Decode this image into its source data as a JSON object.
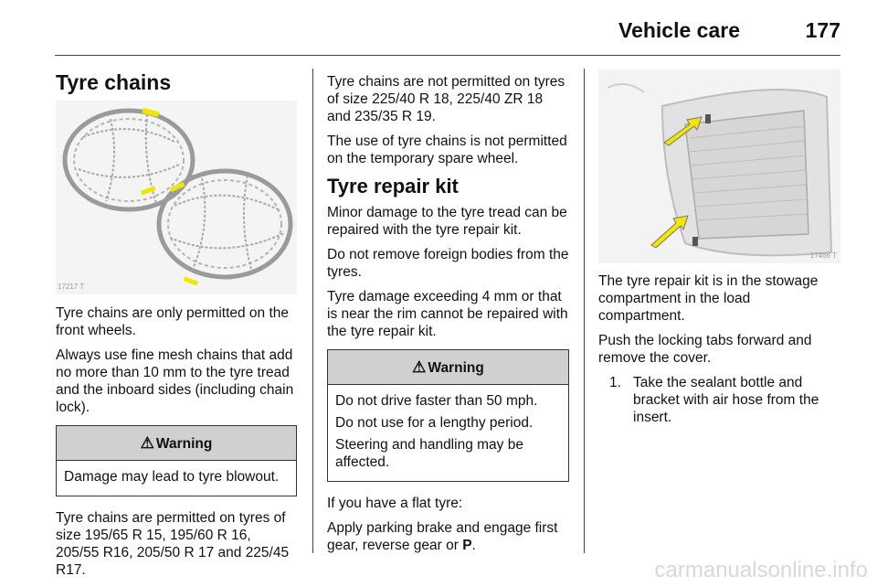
{
  "header": {
    "section": "Vehicle care",
    "page_number": "177"
  },
  "col1": {
    "heading": "Tyre chains",
    "figure_id": "17217 T",
    "p1": "Tyre chains are only permitted on the front wheels.",
    "p2": "Always use fine mesh chains that add no more than 10 mm to the tyre tread and the inboard sides (including chain lock).",
    "warning": {
      "title": "Warning",
      "icon": "warning-triangle-icon",
      "lines": [
        "Damage may lead to tyre blowout."
      ]
    },
    "p3": "Tyre chains are permitted on tyres of size 195/65 R 15, 195/60 R 16, 205/55 R16, 205/50 R 17 and 225/45 R17."
  },
  "col2": {
    "p1": "Tyre chains are not permitted on tyres of size 225/40 R 18, 225/40 ZR 18 and 235/35 R 19.",
    "p2": "The use of tyre chains is not permitted on the temporary spare wheel.",
    "heading": "Tyre repair kit",
    "p3": "Minor damage to the tyre tread can be repaired with the tyre repair kit.",
    "p4": "Do not remove foreign bodies from the tyres.",
    "p5": "Tyre damage exceeding 4 mm or that is near the rim cannot be repaired with the tyre repair kit.",
    "warning": {
      "title": "Warning",
      "icon": "warning-triangle-icon",
      "lines": [
        "Do not drive faster than 50 mph.",
        "Do not use for a lengthy period.",
        "Steering and handling may be affected."
      ]
    },
    "p6": "If you have a flat tyre:",
    "p7_text": "Apply parking brake and engage first gear, reverse gear or ",
    "p7_bold": "P",
    "p7_end": "."
  },
  "col3": {
    "figure_id": "17466 T",
    "p1": "The tyre repair kit is in the stowage compartment in the load compartment.",
    "p2": "Push the locking tabs forward and remove the cover.",
    "step1_num": "1.",
    "step1": "Take the sealant bottle and bracket with air hose from the insert."
  },
  "watermark": "carmanualsonline.info",
  "colors": {
    "highlight_yellow": "#f2e600",
    "warning_header_gray": "#d0d0d0"
  }
}
